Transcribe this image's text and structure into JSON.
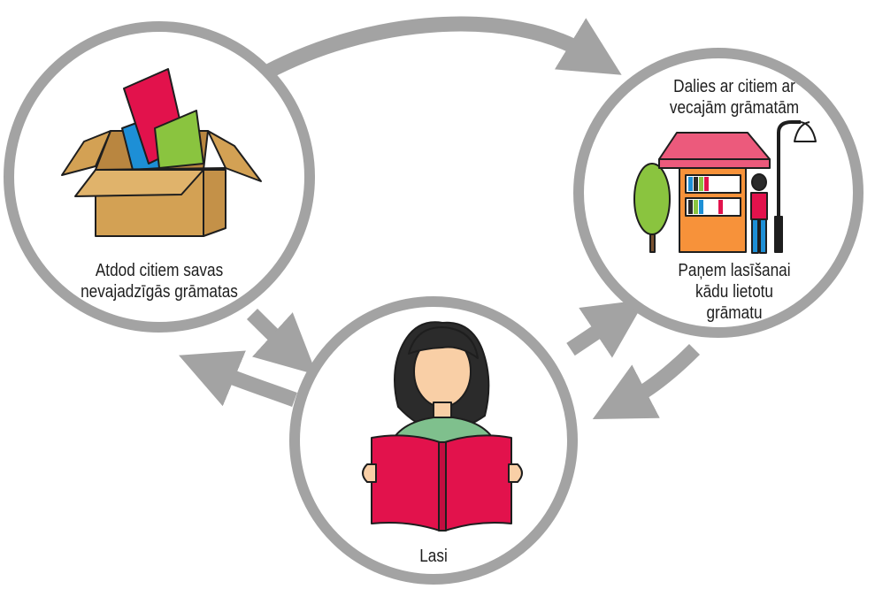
{
  "colors": {
    "circle_stroke": "#a3a3a3",
    "arrow": "#a3a3a3",
    "book_red": "#e2124c",
    "book_green": "#8ac43f",
    "book_blue": "#1d8fd6",
    "box": "#d3a154",
    "kiosk_roof": "#ec5a7c",
    "kiosk_body": "#f7923a",
    "tree": "#8ac43f",
    "hair": "#2b2b2b",
    "skin": "#f9cfa6",
    "shirt": "#7fc08d"
  },
  "nodes": {
    "give": {
      "lines": [
        "Atdod citiem savas",
        "nevajadzīgās grāmatas"
      ],
      "icon": "box-of-books-icon"
    },
    "share": {
      "top_lines": [
        "Dalies ar citiem ar",
        "vecajām grāmatām"
      ],
      "bottom_lines": [
        "Paņem lasīšanai",
        "kādu lietotu",
        "grāmatu"
      ],
      "icon": "street-book-kiosk-icon"
    },
    "read": {
      "lines": [
        "Lasi"
      ],
      "icon": "reading-person-icon"
    }
  }
}
